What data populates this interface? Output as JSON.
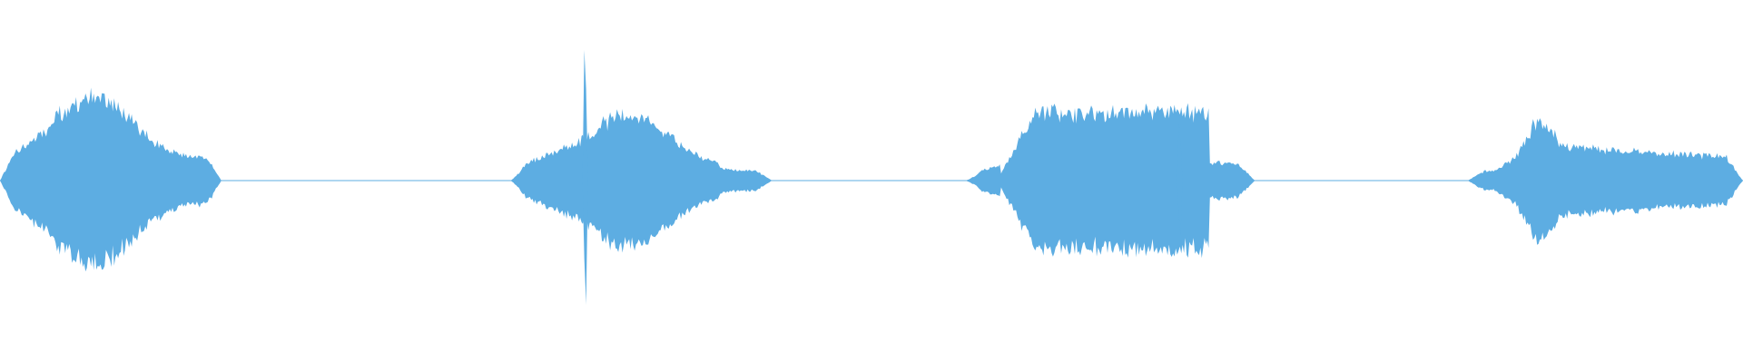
{
  "waveform": {
    "color": "#5dade2",
    "background": "#ffffff",
    "segments": [
      {
        "start": 0.0,
        "end": 0.127,
        "shape": "swell",
        "peak_pos": 0.42,
        "peak_amp": 0.27,
        "base_amp": 0.07,
        "spike": null
      },
      {
        "start": 0.293,
        "end": 0.443,
        "shape": "burst",
        "peak_pos": 0.45,
        "peak_amp": 0.21,
        "base_amp": 0.04,
        "spike": {
          "pos": 0.285,
          "amp": 0.36
        }
      },
      {
        "start": 0.554,
        "end": 0.72,
        "shape": "plateau",
        "peak_pos": 0.5,
        "peak_amp": 0.22,
        "base_amp": 0.02,
        "spike": {
          "pos": 0.74,
          "amp": 0.16
        }
      },
      {
        "start": 0.842,
        "end": 1.0,
        "shape": "attack-decay",
        "peak_pos": 0.27,
        "peak_amp": 0.19,
        "base_amp": 0.03,
        "spike": null
      }
    ]
  }
}
